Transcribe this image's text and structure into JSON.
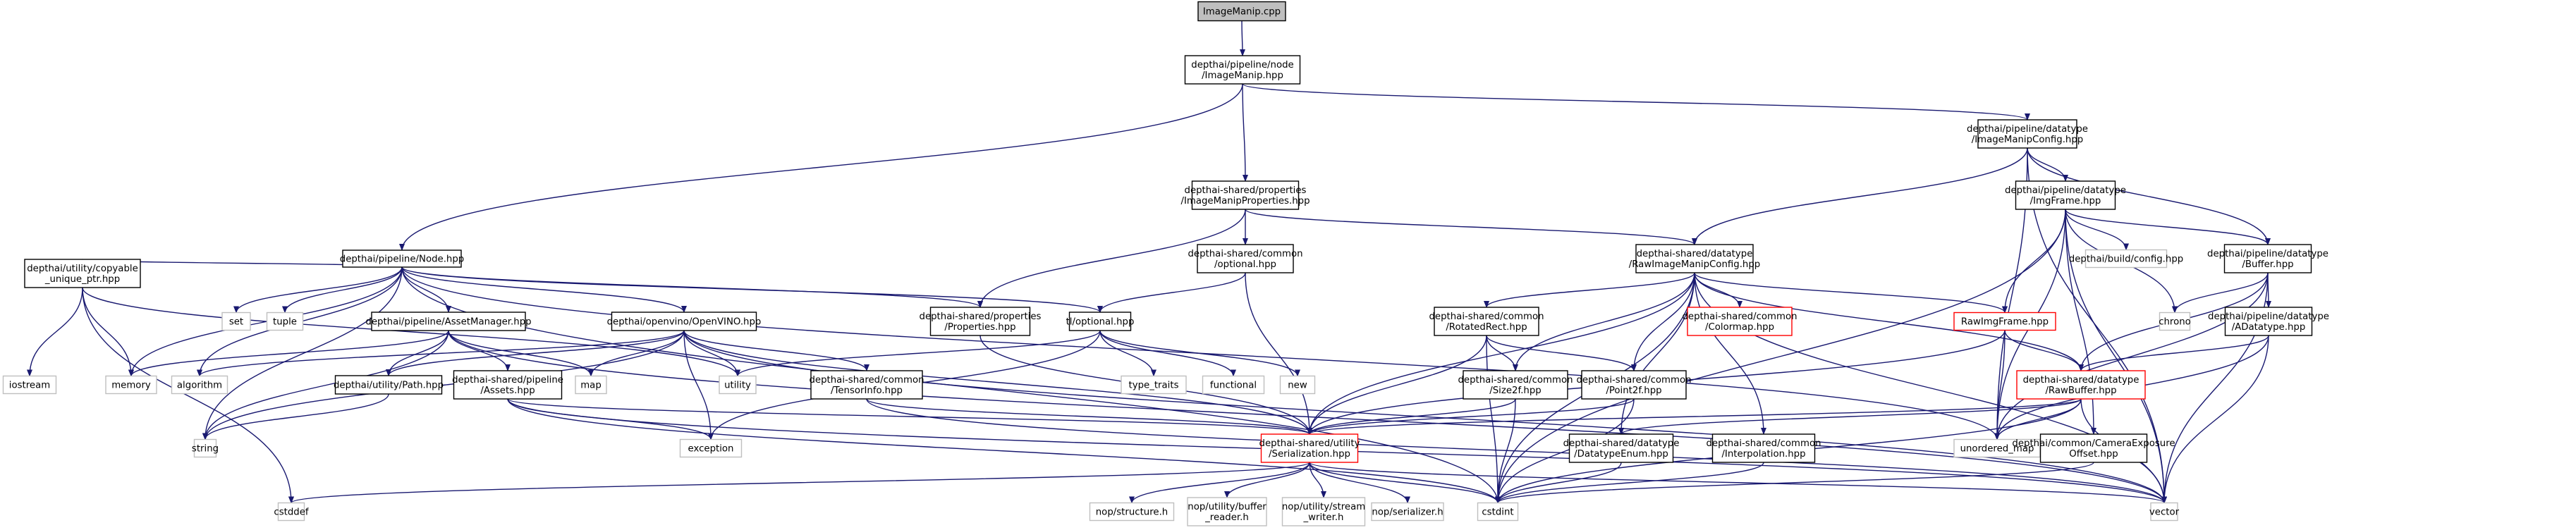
{
  "title": "ImageManip.cpp include dependency graph",
  "colors": {
    "edge": "#191970",
    "root_fill": "#bfbfbf",
    "border_normal": "#000000",
    "border_truncated": "#ff0000",
    "border_external": "#bfbfbf"
  },
  "nodes": [
    {
      "id": "root",
      "style": "root",
      "lines": [
        "ImageManip.cpp"
      ]
    },
    {
      "id": "imhpp",
      "style": "normal",
      "lines": [
        "depthai/pipeline/node",
        "/ImageManip.hpp"
      ]
    },
    {
      "id": "node",
      "style": "normal",
      "lines": [
        "depthai/pipeline/Node.hpp"
      ]
    },
    {
      "id": "improps",
      "style": "normal",
      "lines": [
        "depthai-shared/properties",
        "/ImageManipProperties.hpp"
      ]
    },
    {
      "id": "imcfg",
      "style": "normal",
      "lines": [
        "depthai/pipeline/datatype",
        "/ImageManipConfig.hpp"
      ]
    },
    {
      "id": "copyptr",
      "style": "normal",
      "lines": [
        "depthai/utility/copyable",
        "_unique_ptr.hpp"
      ]
    },
    {
      "id": "set",
      "style": "ext",
      "lines": [
        "set"
      ]
    },
    {
      "id": "tuple",
      "style": "ext",
      "lines": [
        "tuple"
      ]
    },
    {
      "id": "assetmgr",
      "style": "normal",
      "lines": [
        "depthai/pipeline/AssetManager.hpp"
      ]
    },
    {
      "id": "openvino",
      "style": "normal",
      "lines": [
        "depthai/openvino/OpenVINO.hpp"
      ]
    },
    {
      "id": "props",
      "style": "normal",
      "lines": [
        "depthai-shared/properties",
        "/Properties.hpp"
      ]
    },
    {
      "id": "optional",
      "style": "normal",
      "lines": [
        "depthai-shared/common",
        "/optional.hpp"
      ]
    },
    {
      "id": "tlopt",
      "style": "normal",
      "lines": [
        "tl/optional.hpp"
      ]
    },
    {
      "id": "rawimcfg",
      "style": "normal",
      "lines": [
        "depthai-shared/datatype",
        "/RawImageManipConfig.hpp"
      ]
    },
    {
      "id": "imgframe",
      "style": "normal",
      "lines": [
        "depthai/pipeline/datatype",
        "/ImgFrame.hpp"
      ]
    },
    {
      "id": "buildcfg",
      "style": "ext",
      "lines": [
        "depthai/build/config.hpp"
      ]
    },
    {
      "id": "buffer",
      "style": "normal",
      "lines": [
        "depthai/pipeline/datatype",
        "/Buffer.hpp"
      ]
    },
    {
      "id": "iostream",
      "style": "ext",
      "lines": [
        "iostream"
      ]
    },
    {
      "id": "memory",
      "style": "ext",
      "lines": [
        "memory"
      ]
    },
    {
      "id": "algorithm",
      "style": "ext",
      "lines": [
        "algorithm"
      ]
    },
    {
      "id": "path",
      "style": "normal",
      "lines": [
        "depthai/utility/Path.hpp"
      ]
    },
    {
      "id": "assets",
      "style": "normal",
      "lines": [
        "depthai-shared/pipeline",
        "/Assets.hpp"
      ]
    },
    {
      "id": "map",
      "style": "ext",
      "lines": [
        "map"
      ]
    },
    {
      "id": "utility",
      "style": "ext",
      "lines": [
        "utility"
      ]
    },
    {
      "id": "tensorinfo",
      "style": "normal",
      "lines": [
        "depthai-shared/common",
        "/TensorInfo.hpp"
      ]
    },
    {
      "id": "typetraits",
      "style": "ext",
      "lines": [
        "type_traits"
      ]
    },
    {
      "id": "functional",
      "style": "ext",
      "lines": [
        "functional"
      ]
    },
    {
      "id": "new",
      "style": "ext",
      "lines": [
        "new"
      ]
    },
    {
      "id": "rotrect",
      "style": "normal",
      "lines": [
        "depthai-shared/common",
        "/RotatedRect.hpp"
      ]
    },
    {
      "id": "colormap",
      "style": "red",
      "lines": [
        "depthai-shared/common",
        "/Colormap.hpp"
      ]
    },
    {
      "id": "rawimgframe",
      "style": "red",
      "lines": [
        "RawImgFrame.hpp"
      ]
    },
    {
      "id": "chrono",
      "style": "ext",
      "lines": [
        "chrono"
      ]
    },
    {
      "id": "adatatype",
      "style": "normal",
      "lines": [
        "depthai/pipeline/datatype",
        "/ADatatype.hpp"
      ]
    },
    {
      "id": "size2f",
      "style": "normal",
      "lines": [
        "depthai-shared/common",
        "/Size2f.hpp"
      ]
    },
    {
      "id": "point2f",
      "style": "normal",
      "lines": [
        "depthai-shared/common",
        "/Point2f.hpp"
      ]
    },
    {
      "id": "rawbuffer",
      "style": "red",
      "lines": [
        "depthai-shared/datatype",
        "/RawBuffer.hpp"
      ]
    },
    {
      "id": "string",
      "style": "ext",
      "lines": [
        "string"
      ]
    },
    {
      "id": "exception",
      "style": "ext",
      "lines": [
        "exception"
      ]
    },
    {
      "id": "serial",
      "style": "red",
      "lines": [
        "depthai-shared/utility",
        "/Serialization.hpp"
      ]
    },
    {
      "id": "dtenum",
      "style": "normal",
      "lines": [
        "depthai-shared/datatype",
        "/DatatypeEnum.hpp"
      ]
    },
    {
      "id": "interp",
      "style": "normal",
      "lines": [
        "depthai-shared/common",
        "/Interpolation.hpp"
      ]
    },
    {
      "id": "umap",
      "style": "ext",
      "lines": [
        "unordered_map"
      ]
    },
    {
      "id": "camexp",
      "style": "normal",
      "lines": [
        "depthai/common/CameraExposure",
        "Offset.hpp"
      ]
    },
    {
      "id": "cstddef",
      "style": "ext",
      "lines": [
        "cstddef"
      ]
    },
    {
      "id": "nopstruct",
      "style": "ext",
      "lines": [
        "nop/structure.h"
      ]
    },
    {
      "id": "nopbuf",
      "style": "ext",
      "lines": [
        "nop/utility/buffer",
        "_reader.h"
      ]
    },
    {
      "id": "nopstream",
      "style": "ext",
      "lines": [
        "nop/utility/stream",
        "_writer.h"
      ]
    },
    {
      "id": "nopser",
      "style": "ext",
      "lines": [
        "nop/serializer.h"
      ]
    },
    {
      "id": "cstdint",
      "style": "ext",
      "lines": [
        "cstdint"
      ]
    },
    {
      "id": "vector",
      "style": "ext",
      "lines": [
        "vector"
      ]
    }
  ],
  "edges": [
    [
      "root",
      "imhpp"
    ],
    [
      "imhpp",
      "node"
    ],
    [
      "imhpp",
      "improps"
    ],
    [
      "imhpp",
      "imcfg"
    ],
    [
      "node",
      "copyptr"
    ],
    [
      "node",
      "set"
    ],
    [
      "node",
      "tuple"
    ],
    [
      "node",
      "assetmgr"
    ],
    [
      "node",
      "openvino"
    ],
    [
      "node",
      "props"
    ],
    [
      "node",
      "tlopt"
    ],
    [
      "node",
      "memory"
    ],
    [
      "node",
      "algorithm"
    ],
    [
      "node",
      "string"
    ],
    [
      "node",
      "umap"
    ],
    [
      "node",
      "cstdint"
    ],
    [
      "copyptr",
      "iostream"
    ],
    [
      "copyptr",
      "memory"
    ],
    [
      "copyptr",
      "utility"
    ],
    [
      "copyptr",
      "cstddef"
    ],
    [
      "assetmgr",
      "path"
    ],
    [
      "assetmgr",
      "assets"
    ],
    [
      "assetmgr",
      "map"
    ],
    [
      "assetmgr",
      "memory"
    ],
    [
      "assetmgr",
      "string"
    ],
    [
      "assetmgr",
      "vector"
    ],
    [
      "openvino",
      "map"
    ],
    [
      "openvino",
      "utility"
    ],
    [
      "openvino",
      "tensorinfo"
    ],
    [
      "openvino",
      "string"
    ],
    [
      "openvino",
      "exception"
    ],
    [
      "openvino",
      "path"
    ],
    [
      "openvino",
      "algorithm"
    ],
    [
      "openvino",
      "serial"
    ],
    [
      "openvino",
      "vector"
    ],
    [
      "path",
      "string"
    ],
    [
      "assets",
      "exception"
    ],
    [
      "assets",
      "serial"
    ],
    [
      "assets",
      "cstdint"
    ],
    [
      "assets",
      "vector"
    ],
    [
      "tensorinfo",
      "serial"
    ],
    [
      "tensorinfo",
      "vector"
    ],
    [
      "improps",
      "optional"
    ],
    [
      "improps",
      "props"
    ],
    [
      "improps",
      "rawimcfg"
    ],
    [
      "optional",
      "tlopt"
    ],
    [
      "optional",
      "serial"
    ],
    [
      "tlopt",
      "typetraits"
    ],
    [
      "tlopt",
      "functional"
    ],
    [
      "tlopt",
      "new"
    ],
    [
      "tlopt",
      "utility"
    ],
    [
      "tlopt",
      "exception"
    ],
    [
      "props",
      "serial"
    ],
    [
      "imcfg",
      "rawimcfg"
    ],
    [
      "imcfg",
      "imgframe"
    ],
    [
      "imcfg",
      "buffer"
    ],
    [
      "imcfg",
      "umap"
    ],
    [
      "imcfg",
      "vector"
    ],
    [
      "rawimcfg",
      "rotrect"
    ],
    [
      "rawimcfg",
      "colormap"
    ],
    [
      "rawimcfg",
      "size2f"
    ],
    [
      "rawimcfg",
      "point2f"
    ],
    [
      "rawimcfg",
      "rawimgframe"
    ],
    [
      "rawimcfg",
      "rawbuffer"
    ],
    [
      "rawimcfg",
      "serial"
    ],
    [
      "rawimcfg",
      "dtenum"
    ],
    [
      "rawimcfg",
      "interp"
    ],
    [
      "rawimcfg",
      "cstdint"
    ],
    [
      "rawimcfg",
      "vector"
    ],
    [
      "rotrect",
      "size2f"
    ],
    [
      "rotrect",
      "point2f"
    ],
    [
      "rotrect",
      "serial"
    ],
    [
      "rotrect",
      "cstdint"
    ],
    [
      "size2f",
      "serial"
    ],
    [
      "size2f",
      "cstdint"
    ],
    [
      "point2f",
      "serial"
    ],
    [
      "point2f",
      "cstdint"
    ],
    [
      "imgframe",
      "buildcfg"
    ],
    [
      "imgframe",
      "buffer"
    ],
    [
      "imgframe",
      "rawimgframe"
    ],
    [
      "imgframe",
      "chrono"
    ],
    [
      "imgframe",
      "camexp"
    ],
    [
      "imgframe",
      "umap"
    ],
    [
      "imgframe",
      "vector"
    ],
    [
      "imgframe",
      "cstdint"
    ],
    [
      "buffer",
      "adatatype"
    ],
    [
      "buffer",
      "chrono"
    ],
    [
      "buffer",
      "rawbuffer"
    ],
    [
      "buffer",
      "umap"
    ],
    [
      "buffer",
      "vector"
    ],
    [
      "adatatype",
      "rawbuffer"
    ],
    [
      "adatatype",
      "umap"
    ],
    [
      "adatatype",
      "vector"
    ],
    [
      "rawimgframe",
      "rawbuffer"
    ],
    [
      "rawimgframe",
      "umap"
    ],
    [
      "rawimgframe",
      "serial"
    ],
    [
      "rawbuffer",
      "serial"
    ],
    [
      "rawbuffer",
      "dtenum"
    ],
    [
      "rawbuffer",
      "umap"
    ],
    [
      "rawbuffer",
      "vector"
    ],
    [
      "rawbuffer",
      "cstdint"
    ],
    [
      "serial",
      "nopstruct"
    ],
    [
      "serial",
      "nopbuf"
    ],
    [
      "serial",
      "nopstream"
    ],
    [
      "serial",
      "nopser"
    ],
    [
      "serial",
      "cstddef"
    ],
    [
      "serial",
      "cstdint"
    ],
    [
      "serial",
      "vector"
    ],
    [
      "dtenum",
      "cstdint"
    ],
    [
      "interp",
      "cstdint"
    ],
    [
      "camexp",
      "cstdint"
    ]
  ]
}
